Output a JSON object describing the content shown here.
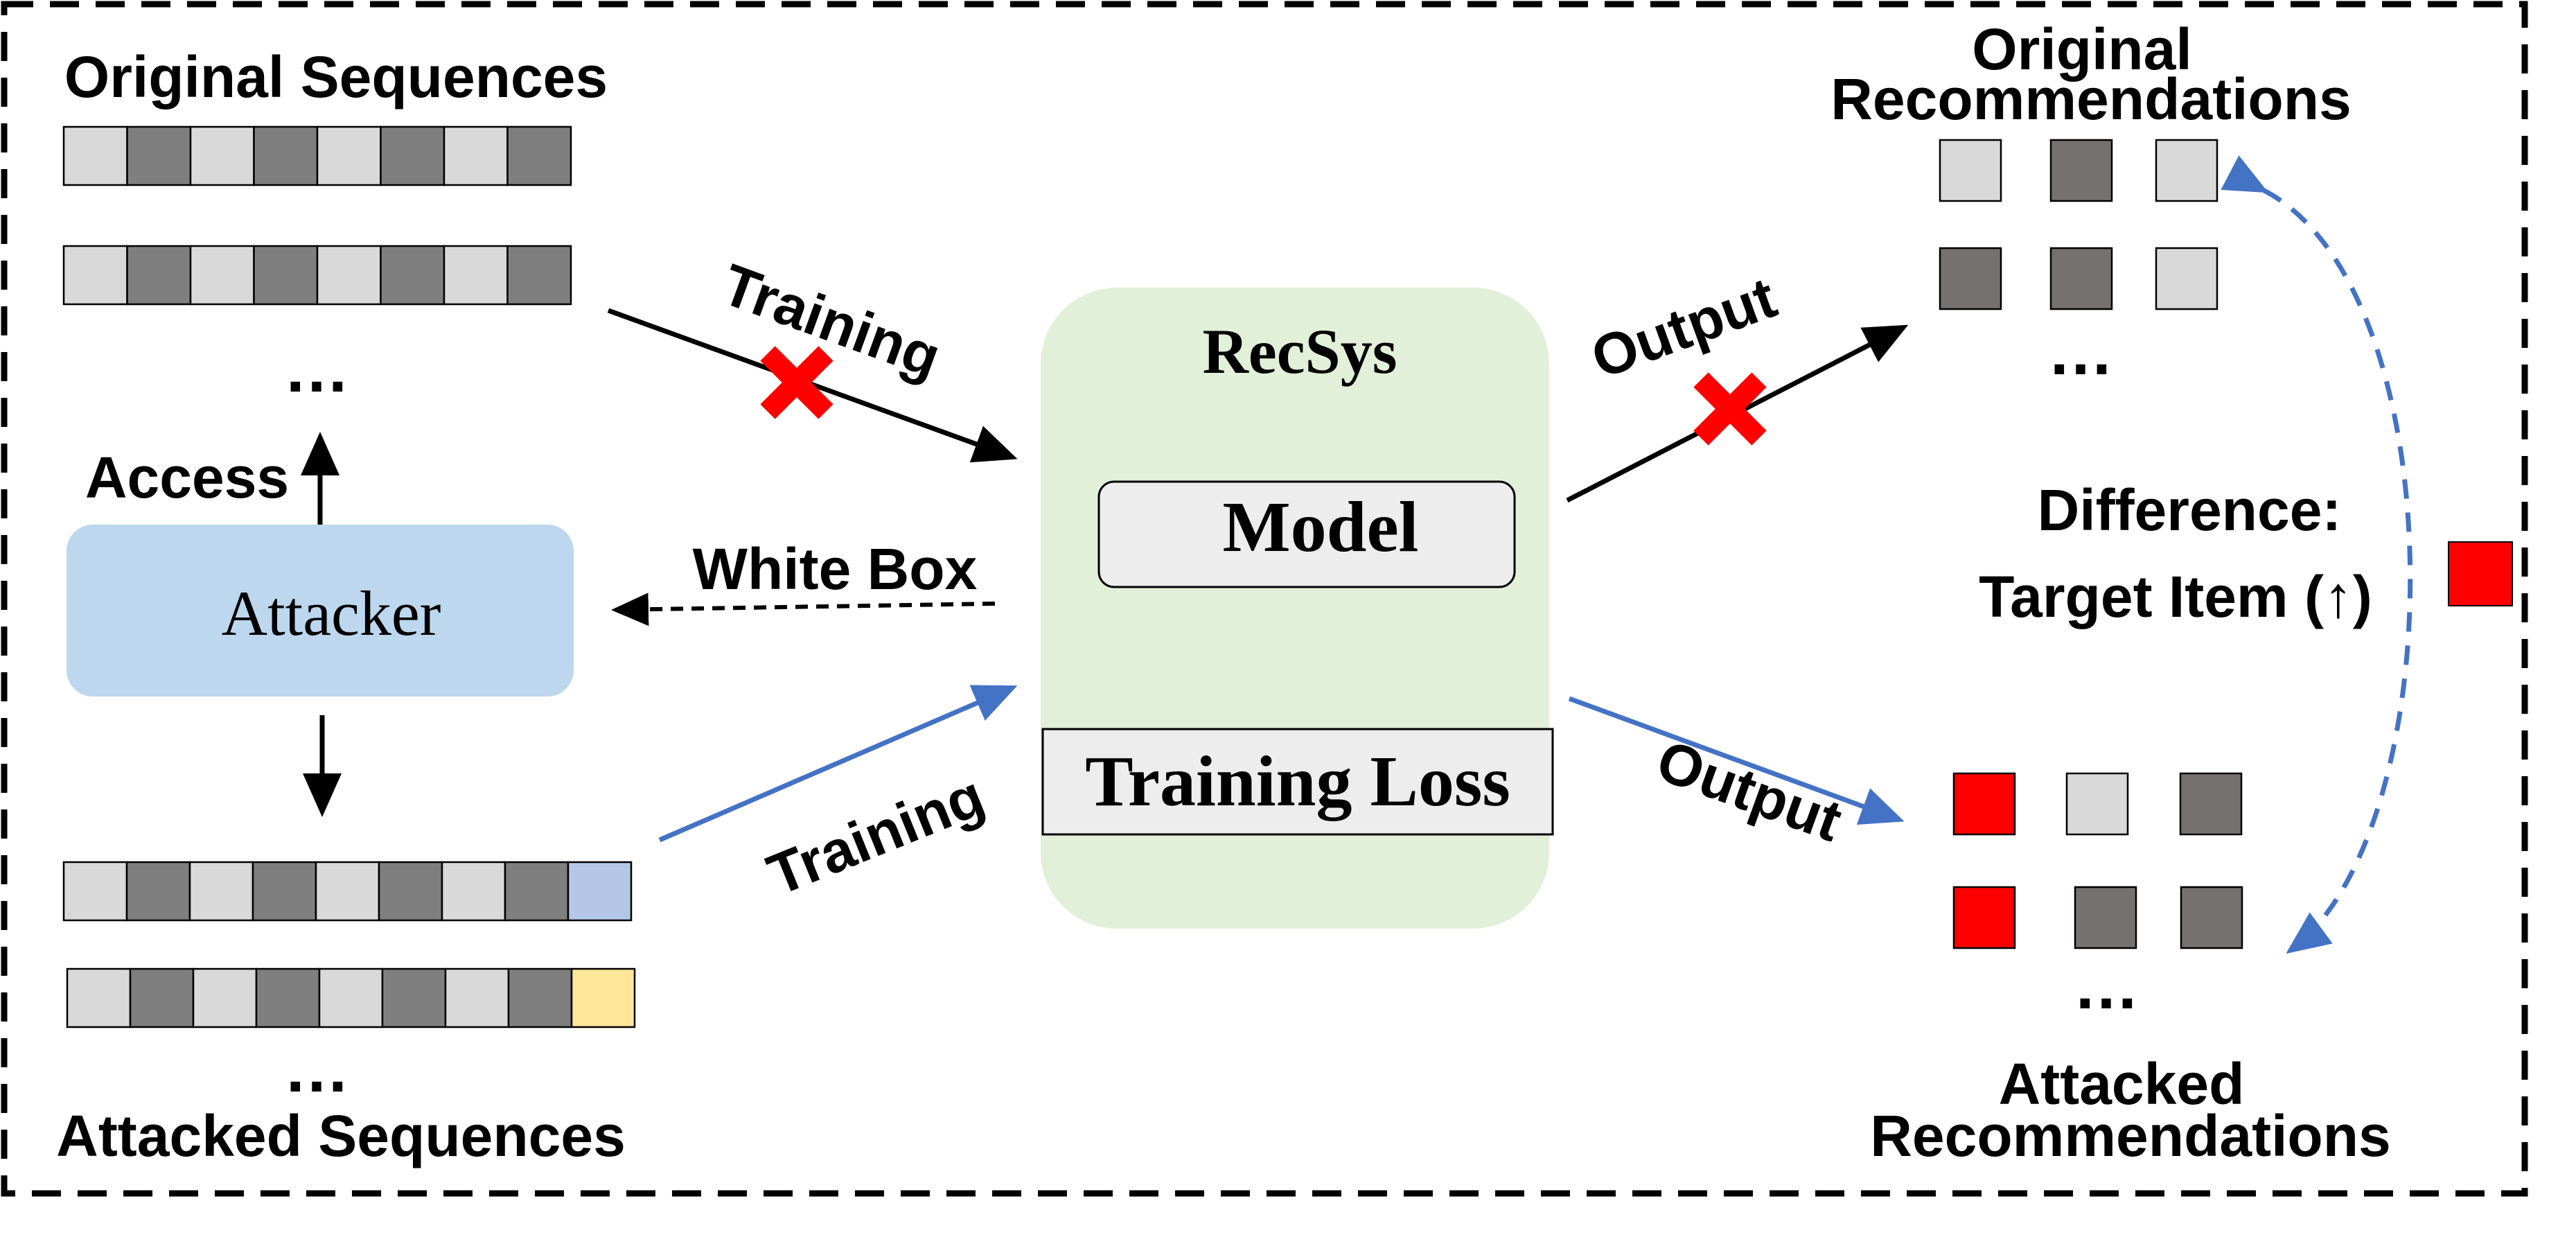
{
  "labels": {
    "original_sequences": "Original Sequences",
    "attacked_sequences": "Attacked Sequences",
    "access": "Access",
    "attacker": "Attacker",
    "white_box": "White Box",
    "training_top": "Training",
    "training_bottom": "Training",
    "recsys": "RecSys",
    "model": "Model",
    "training_loss": "Training Loss",
    "output_top": "Output",
    "output_bottom": "Output",
    "original_recs_line1": "Original",
    "original_recs_line2": "Recommendations",
    "attacked_recs_line1": "Attacked",
    "attacked_recs_line2": "Recommendations",
    "difference_line1": "Difference:",
    "difference_line2": "Target Item (↑)",
    "ellipsis": "…"
  },
  "colors": {
    "light_gray": "#d9d9d9",
    "dark_gray": "#7f7f7f",
    "rec_dark": "#767171",
    "appended_blue": "#b4c7e7",
    "appended_yellow": "#ffe699",
    "target_red": "#ff0000",
    "attacker_fill": "#bdd7ee",
    "recsys_fill": "#e2f0d9",
    "model_fill": "#ededed",
    "arrow_blue": "#4472c4",
    "cross_red": "#ff0000",
    "black": "#000000"
  },
  "sequences": {
    "original": [
      [
        "light",
        "dark",
        "light",
        "dark",
        "light",
        "dark",
        "light",
        "dark"
      ],
      [
        "light",
        "dark",
        "light",
        "dark",
        "light",
        "dark",
        "light",
        "dark"
      ]
    ],
    "attacked": [
      [
        "light",
        "dark",
        "light",
        "dark",
        "light",
        "dark",
        "light",
        "dark",
        "blue"
      ],
      [
        "light",
        "dark",
        "light",
        "dark",
        "light",
        "dark",
        "light",
        "dark",
        "yellow"
      ]
    ]
  },
  "recommendations": {
    "original": [
      [
        "light",
        "dark",
        "light"
      ],
      [
        "dark",
        "dark",
        "light"
      ]
    ],
    "attacked": [
      [
        "red",
        "light",
        "dark"
      ],
      [
        "red",
        "dark",
        "dark"
      ]
    ]
  },
  "icons": {
    "blocked_top": "red-x-icon",
    "blocked_output": "red-x-icon"
  }
}
